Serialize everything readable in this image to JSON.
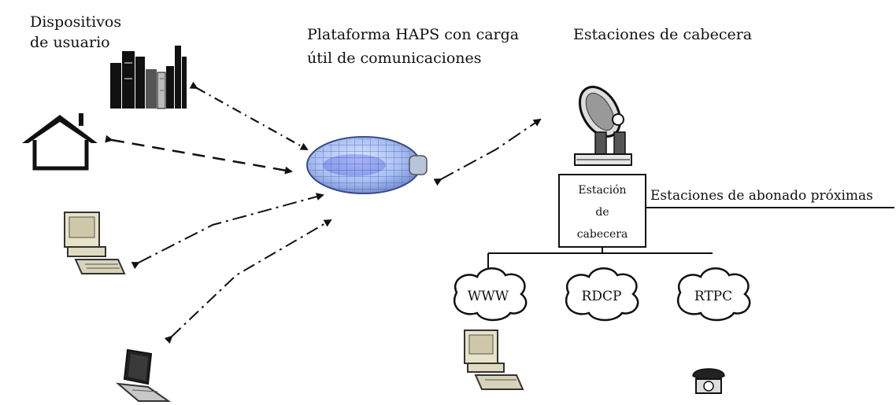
{
  "labels": {
    "user_devices_line1": "Dispositivos",
    "user_devices_line2": "de usuario",
    "haps_line1": "Plataforma HAPS con carga",
    "haps_line2": "útil de comunicaciones",
    "head_stations": "Estaciones de cabecera",
    "head_box_line1": "Estación",
    "head_box_line2": "de",
    "head_box_line3": "cabecera",
    "subscriber_stations": "Estaciones de abonado próximas",
    "cloud_www": "WWW",
    "cloud_rdcp": "RDCP",
    "cloud_rtpc": "RTPC"
  },
  "icons": {
    "buildings": "city-buildings-icon",
    "house": "house-icon",
    "computer1": "desktop-computer-icon",
    "laptop": "laptop-icon",
    "haps": "haps-airship-icon",
    "dish": "satellite-dish-icon",
    "computer2": "desktop-computer-icon",
    "phone": "telephone-icon"
  },
  "colors": {
    "airship_fill": "#9fb8e8",
    "airship_grid": "#3a4fc0",
    "line": "#111111"
  }
}
